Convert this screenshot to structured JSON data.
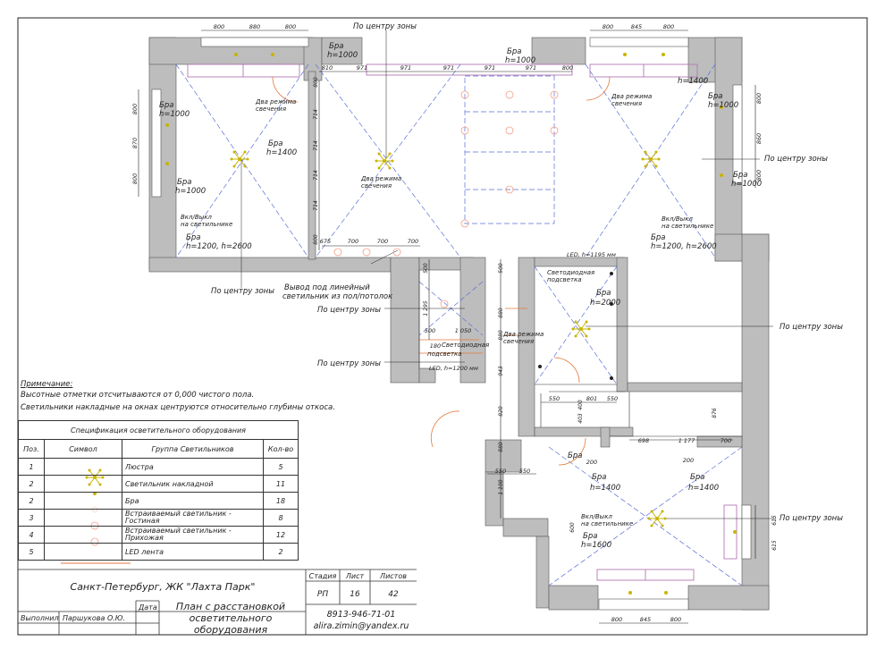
{
  "notes": {
    "heading": "Примечание:",
    "line1": "Высотные отметки отсчитываются от 0,000 чистого пола.",
    "line2": "Светильники накладные на окнах центруются относительно глубины откоса."
  },
  "spec": {
    "title": "Спецификация осветительного оборудования",
    "headers": [
      "Поз.",
      "Символ",
      "Группа Светильников",
      "Кол-во"
    ],
    "rows": [
      {
        "pos": "1",
        "symbol": "chandelier-icon",
        "group": "Люстра",
        "qty": "5"
      },
      {
        "pos": "2",
        "symbol": "surface-light-icon",
        "group": "Светильник накладной",
        "qty": "11"
      },
      {
        "pos": "2",
        "symbol": "sconce-icon",
        "group": "Бра",
        "qty": "18"
      },
      {
        "pos": "3",
        "symbol": "recessed-light-icon",
        "group": "Встраиваемый светильник - Гостиная",
        "qty": "8"
      },
      {
        "pos": "4",
        "symbol": "recessed-light-icon",
        "group": "Встраиваемый светильник - Прихожая",
        "qty": "12"
      },
      {
        "pos": "5",
        "symbol": "led-strip-icon",
        "group": "LED лента",
        "qty": "2"
      }
    ]
  },
  "stamp": {
    "project": "Санкт-Петербург, ЖК \"Лахта Парк\"",
    "stage_label": "Стадия",
    "sheet_label": "Лист",
    "sheets_label": "Листов",
    "stage": "РП",
    "sheet": "16",
    "sheets": "42",
    "performed_label": "Выполнил",
    "author": "Паршукова О.Ю.",
    "date_label": "Дата",
    "drawing_title_1": "План с расстановкой",
    "drawing_title_2": "осветительного",
    "drawing_title_3": "оборудования",
    "phone": "8913-946-71-01",
    "email": "alira.zimin@yandex.ru"
  },
  "labels": {
    "center_zone": "По центру зоны",
    "bra": "Бра",
    "h1000": "h=1000",
    "h1400": "h=1400",
    "h1600": "h=1600",
    "h2000": "h=2000",
    "h1200_2600": "h=1200, h=2600",
    "two_modes_1": "Два режима",
    "two_modes_2": "свечения",
    "on_off_1": "Вкл/Выкл",
    "on_off_2": "на светильнике",
    "linear_out_1": "Вывод под линейный",
    "linear_out_2": "светильник из пол/потолок",
    "led_backlight_1": "Светодиодная",
    "led_backlight_2": "подсветка",
    "led_h1195": "LED, h=1195 мм",
    "led_h1200": "LED, h=1200 мм"
  },
  "dims": {
    "top_left": [
      "800",
      "880",
      "800"
    ],
    "top_right": [
      "800",
      "845",
      "800"
    ],
    "bottom_right": [
      "800",
      "845",
      "800"
    ],
    "top_living": [
      "810",
      "971",
      "971",
      "971",
      "971",
      "971",
      "800"
    ],
    "left_win": [
      "800",
      "870",
      "800"
    ],
    "right_win": [
      "800",
      "860",
      "800"
    ],
    "wall_714": [
      "800",
      "714",
      "714",
      "714",
      "714",
      "800"
    ],
    "bottom_living": [
      "675",
      "700",
      "700",
      "700"
    ],
    "corr": [
      "500",
      "1 295",
      "500",
      "1 050",
      "180"
    ],
    "corr_vert": [
      "500",
      "880",
      "880",
      "943",
      "820",
      "880",
      "1 100"
    ],
    "bath": [
      "550",
      "801",
      "550",
      "403",
      "400"
    ],
    "mid": [
      "550",
      "550"
    ],
    "bed2": [
      "876",
      "698",
      "1 177",
      "700"
    ],
    "bed2_200": [
      "200",
      "200"
    ],
    "left_600": [
      "600"
    ],
    "right_615": [
      "615",
      "615"
    ]
  }
}
